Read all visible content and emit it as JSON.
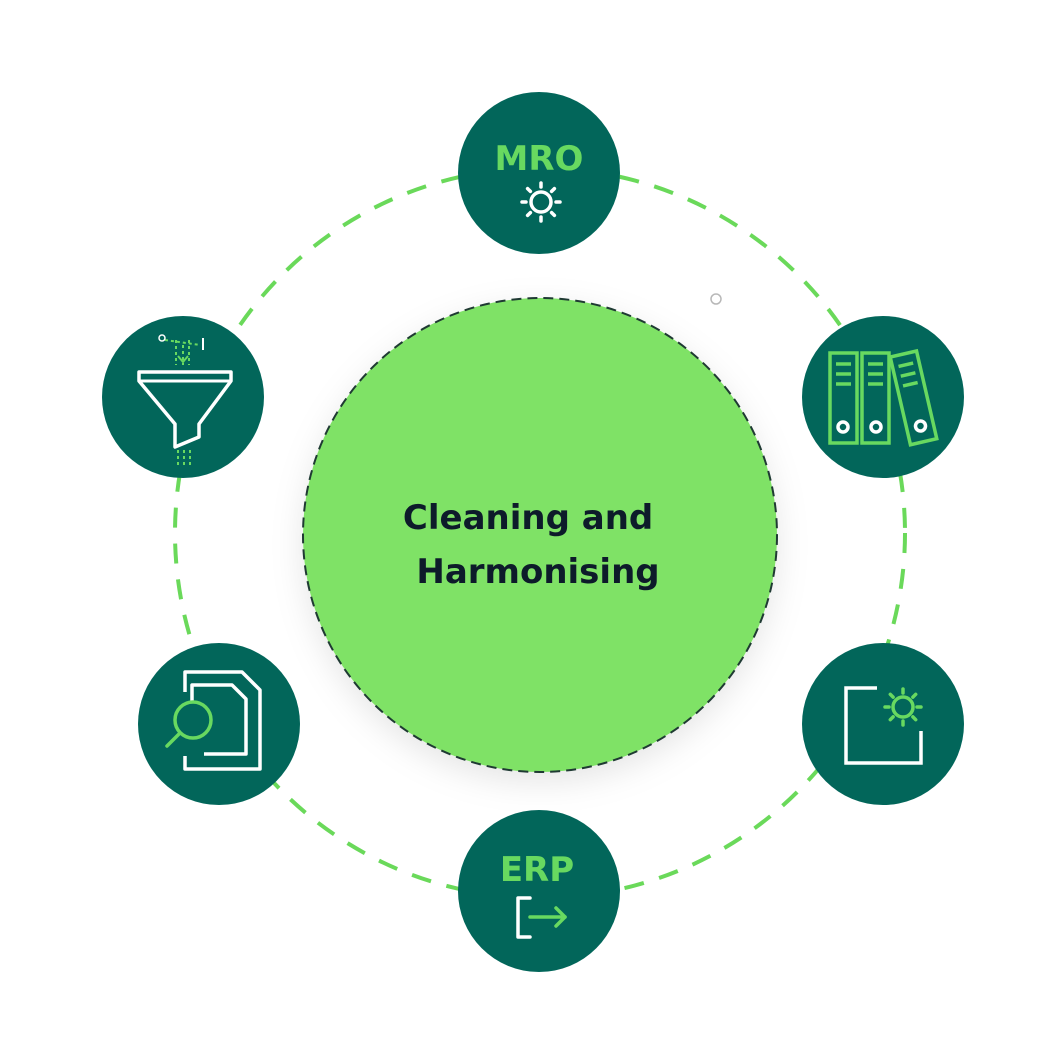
{
  "diagram": {
    "center": {
      "lines": [
        "Cleaning and",
        "Harmonising"
      ]
    },
    "nodes": [
      {
        "id": "mro",
        "label": "MRO",
        "icon": "gear-icon"
      },
      {
        "id": "folders",
        "label": "",
        "icon": "binders-icon"
      },
      {
        "id": "settings-box",
        "label": "",
        "icon": "window-gear-icon"
      },
      {
        "id": "erp",
        "label": "ERP",
        "icon": "export-arrow-icon"
      },
      {
        "id": "search-docs",
        "label": "",
        "icon": "document-search-icon"
      },
      {
        "id": "filter",
        "label": "",
        "icon": "funnel-icon"
      }
    ]
  },
  "colors": {
    "node_fill": "#02665A",
    "accent_green": "#68D960",
    "center_fill": "#7FE266",
    "ring_dash": "#6AD95A",
    "center_text": "#0D1B2A",
    "icon_white": "#FFFFFF"
  }
}
